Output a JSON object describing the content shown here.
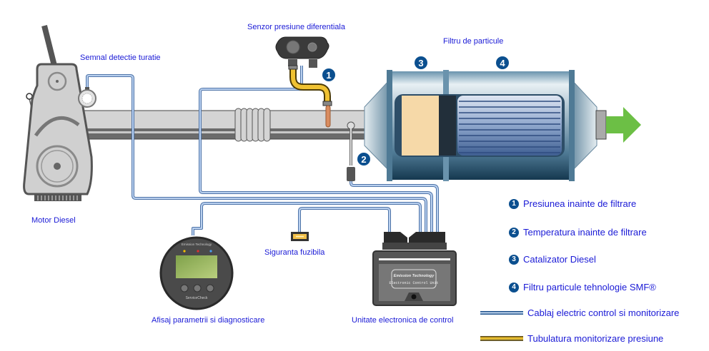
{
  "labels": {
    "engine": "Motor Diesel",
    "rpm_signal": "Semnal detectie turatie",
    "pressure_sensor": "Senzor presiune diferentiala",
    "particle_filter": "Filtru de particule",
    "display": "Afisaj parametrii si diagnosticare",
    "fuse": "Siguranta fuzibila",
    "ecu": "Unitate electronica de control"
  },
  "device_text": {
    "display_brand": "Emission Technology",
    "display_model": "ServiceCheck",
    "ecu_brand": "Emission Technology",
    "ecu_name": "Electronic Control Unit"
  },
  "badges": [
    "1",
    "2",
    "3",
    "4"
  ],
  "legend": {
    "items": [
      {
        "number": "1",
        "text": "Presiunea inainte de filtrare"
      },
      {
        "number": "2",
        "text": "Temperatura inainte de filtrare"
      },
      {
        "number": "3",
        "text": "Catalizator Diesel"
      },
      {
        "number": "4",
        "text": "Filtru particule tehnologie SMF®"
      }
    ],
    "wire": "Cablaj electric control si monitorizare",
    "tube": "Tubulatura monitorizare presiune"
  },
  "colors": {
    "label_text": "#1a1ad6",
    "badge": "#0b4f8f",
    "wire": "#8fb0dc",
    "wire_outline": "#4f74a8",
    "pressure_tube": "#e8b520",
    "exhaust_arrow": "#6cbf45",
    "catalyst": "#f6d9a8"
  }
}
